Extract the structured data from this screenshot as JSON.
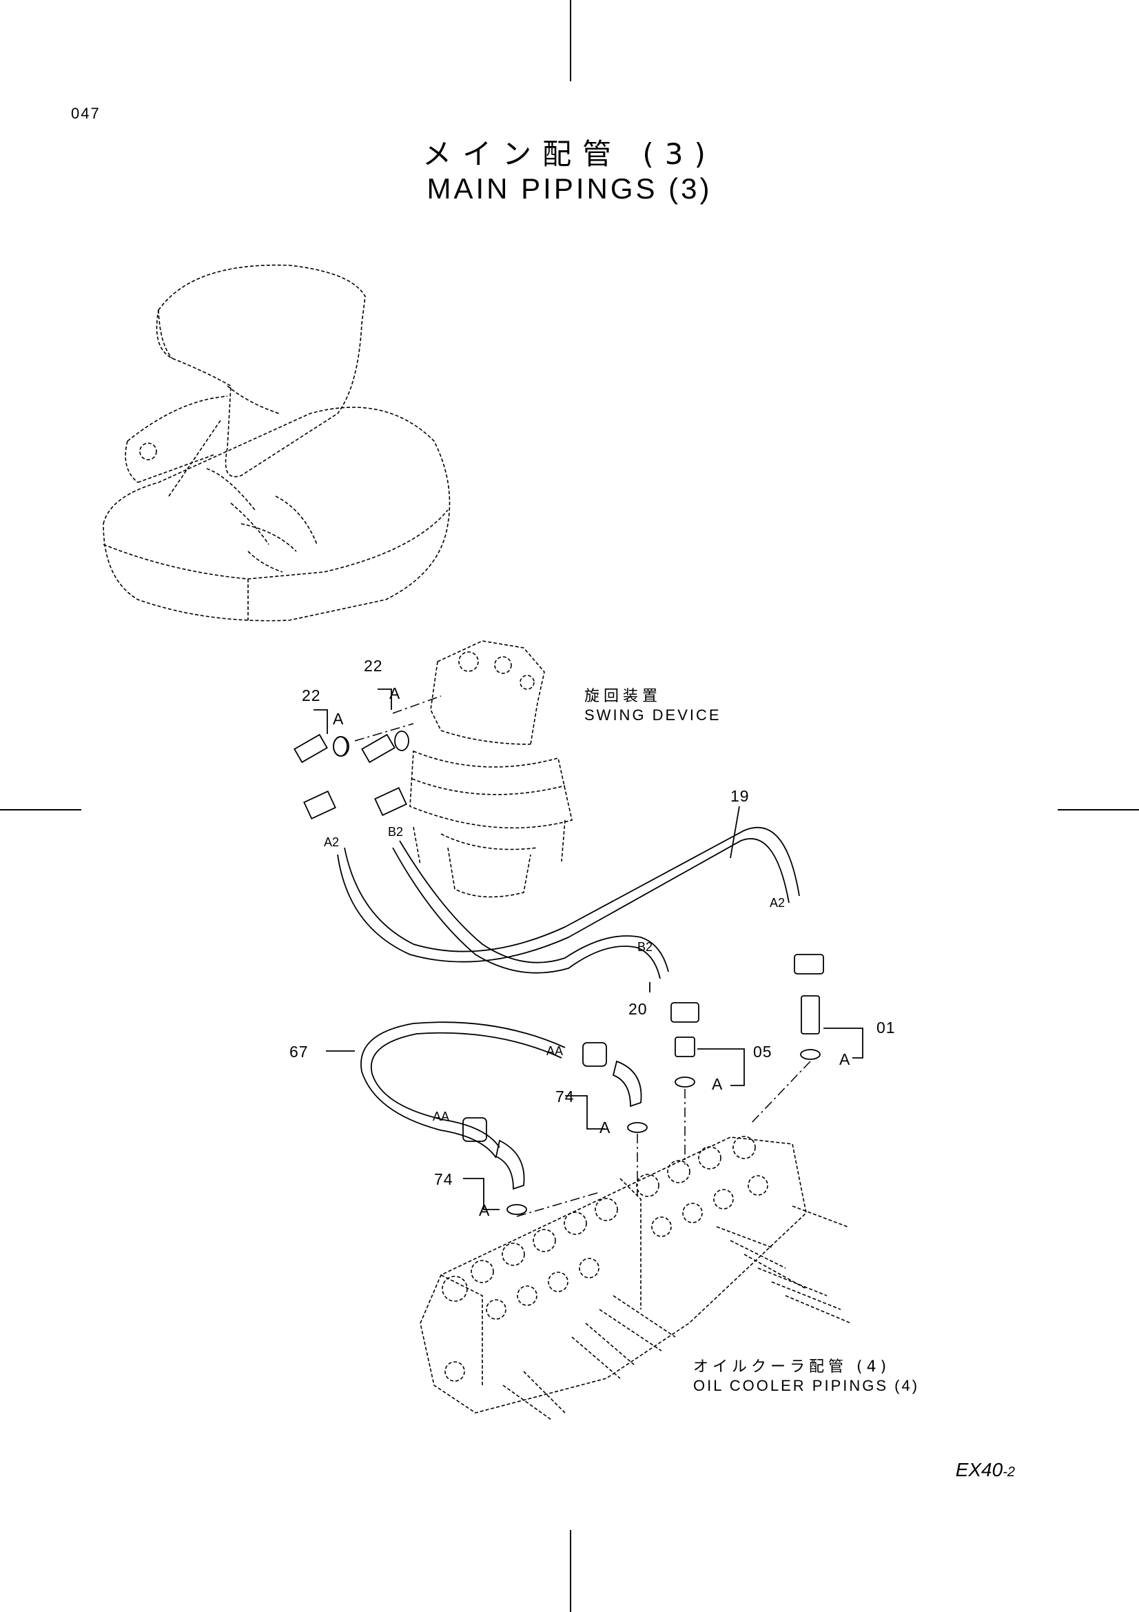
{
  "page_number": "047",
  "title_jp": "メイン配管 (3)",
  "title_en": "MAIN PIPINGS (3)",
  "notes": {
    "swing_jp": "旋回装置",
    "swing_en": "SWING DEVICE",
    "cooler_jp": "オイルクーラ配管 (4)",
    "cooler_en": "OIL COOLER PIPINGS (4)"
  },
  "parts": {
    "p22a": "22",
    "p22b": "22",
    "p19": "19",
    "p20": "20",
    "p01": "01",
    "p05": "05",
    "p67": "67",
    "p74a": "74",
    "p74b": "74"
  },
  "markers": {
    "a": "A",
    "a2": "A2",
    "b2": "B2",
    "aa": "AA"
  },
  "model": {
    "main": "EX40",
    "sub": "-2"
  }
}
